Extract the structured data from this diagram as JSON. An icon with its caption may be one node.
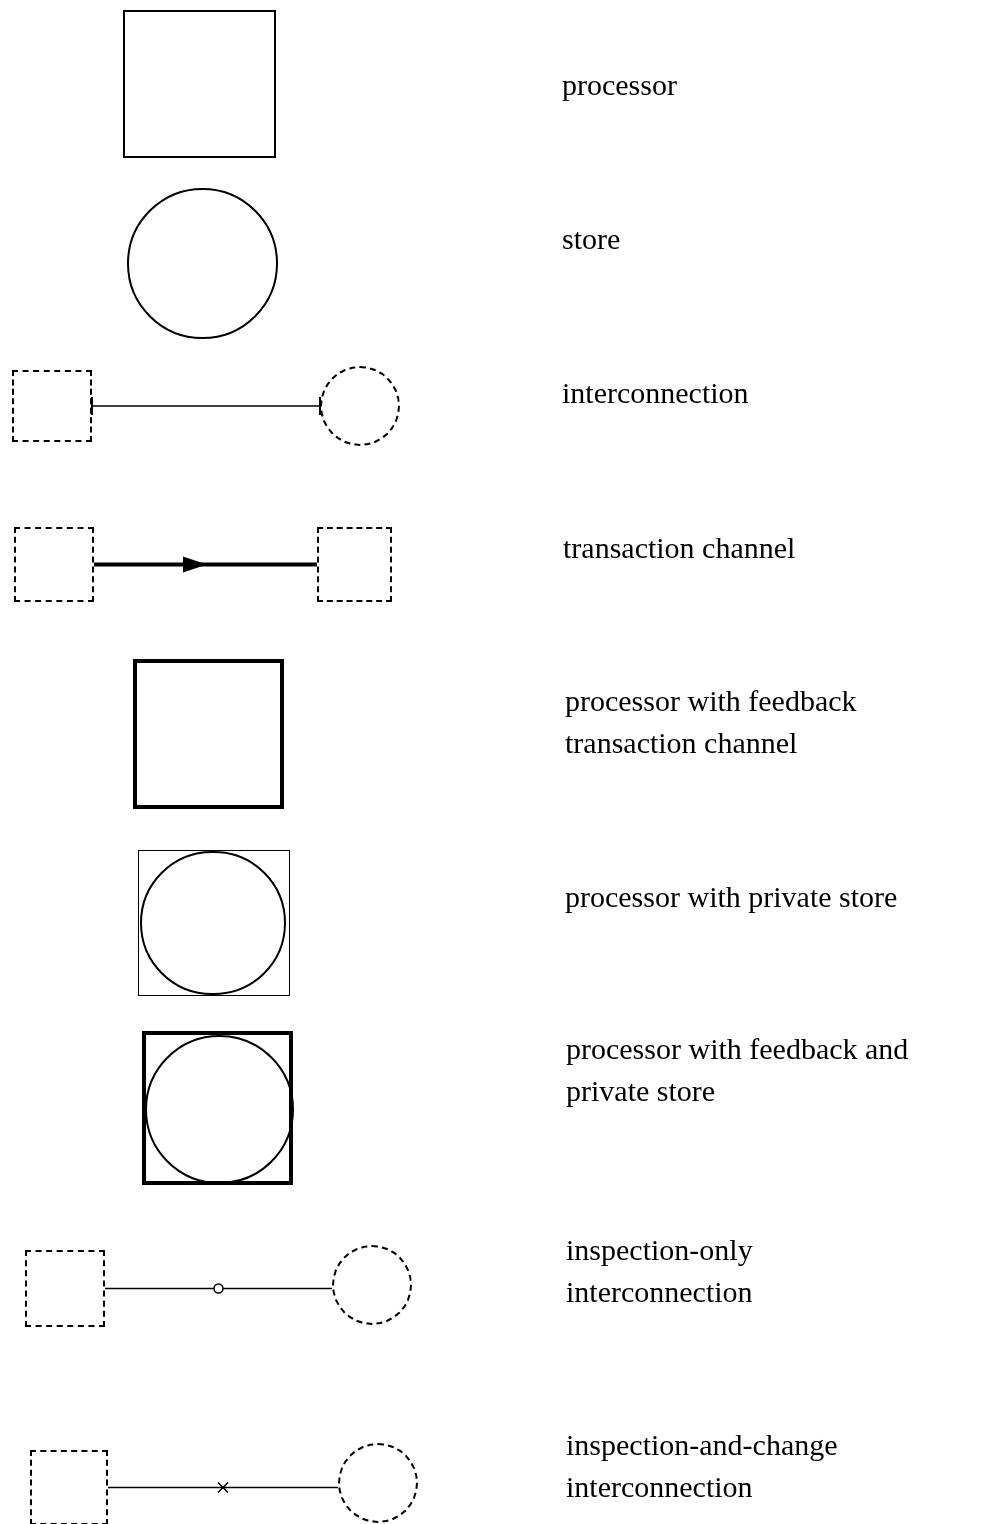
{
  "diagram": {
    "nodes": [
      {
        "text": [],
        "shape": "box"
      },
      {
        "text": [],
        "shape": "circle"
      },
      {
        "text": [],
        "shape": "box"
      },
      {
        "text": [],
        "shape": "circle"
      },
      {
        "text": [],
        "shape": "box"
      },
      {
        "text": [],
        "shape": "box"
      },
      {
        "text": [],
        "shape": "box"
      },
      {
        "text": [],
        "shape": "box"
      },
      {
        "text": [],
        "shape": "circle",
        "in": 7
      },
      {
        "text": [],
        "shape": "box"
      },
      {
        "text": [],
        "shape": "circle",
        "in": 9
      },
      {
        "text": [],
        "shape": "box"
      },
      {
        "text": [],
        "shape": "circle"
      },
      {
        "text": [],
        "shape": "box"
      },
      {
        "text": [],
        "shape": "circle"
      }
    ],
    "edges": [
      {
        "from": 2,
        "to": 3,
        "arrow": "other"
      },
      {
        "from": 4,
        "to": 5,
        "arrow": "to",
        "style": "thick"
      },
      {
        "from": 11,
        "to": 12,
        "arrow": "none"
      },
      {
        "from": 13,
        "to": 14,
        "arrow": "none"
      }
    ],
    "labels": [
      "processor",
      "store",
      "interconnection",
      "transaction channel",
      "processor with feedback transaction channel",
      "processor with private store",
      "processor with feedback and private store",
      "inspection-only interconnection",
      "inspection-and-change interconnection"
    ]
  }
}
